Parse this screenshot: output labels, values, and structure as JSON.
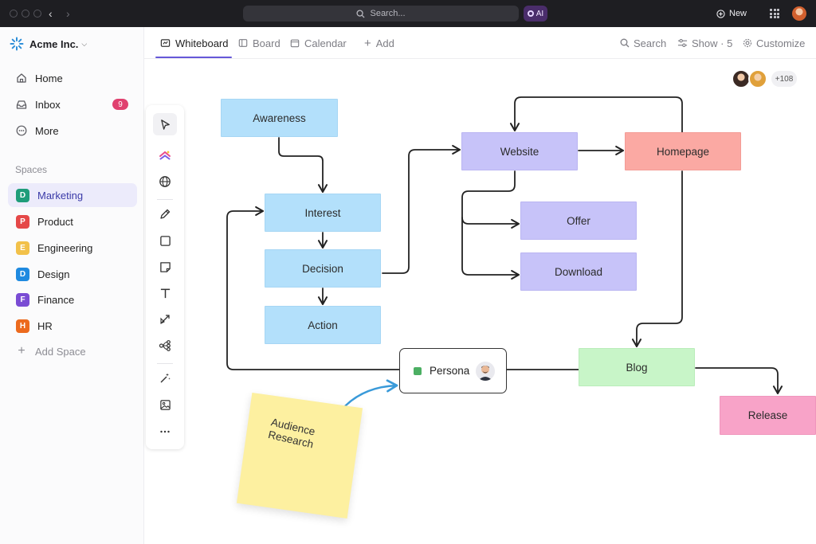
{
  "topbar": {
    "search_placeholder": "Search...",
    "ai_label": "AI",
    "new_label": "New"
  },
  "sidebar": {
    "workspace": "Acme Inc.",
    "items": [
      {
        "label": "Home",
        "icon": "home-icon"
      },
      {
        "label": "Inbox",
        "icon": "inbox-icon",
        "badge": "9"
      },
      {
        "label": "More",
        "icon": "more-icon"
      }
    ],
    "spaces_label": "Spaces",
    "spaces": [
      {
        "letter": "D",
        "label": "Marketing",
        "color": "#1f9d7a",
        "active": true
      },
      {
        "letter": "P",
        "label": "Product",
        "color": "#e54848"
      },
      {
        "letter": "E",
        "label": "Engineering",
        "color": "#f2c14a"
      },
      {
        "letter": "D",
        "label": "Design",
        "color": "#1f8ae0"
      },
      {
        "letter": "F",
        "label": "Finance",
        "color": "#7a4cd4"
      },
      {
        "letter": "H",
        "label": "HR",
        "color": "#ec6a1e"
      }
    ],
    "add_space": "Add Space"
  },
  "tabs": {
    "whiteboard": "Whiteboard",
    "board": "Board",
    "calendar": "Calendar",
    "add": "Add",
    "search": "Search",
    "show": "Show · 5",
    "customize": "Customize"
  },
  "collaborators": {
    "extra_count": "+108"
  },
  "nodes": {
    "awareness": "Awareness",
    "interest": "Interest",
    "decision": "Decision",
    "action": "Action",
    "website": "Website",
    "homepage": "Homepage",
    "offer": "Offer",
    "download": "Download",
    "blog": "Blog",
    "release": "Release",
    "persona": "Persona",
    "sticky_line1": "Audience",
    "sticky_line2": "Research"
  },
  "colors": {
    "accent": "#6558d8",
    "node_blue": "#b3e0fb",
    "node_purple": "#c7c3f9",
    "node_red": "#fba9a3",
    "node_green": "#c8f5c8",
    "node_pink": "#f8a3c8",
    "sticky": "#fdf0a0",
    "arrow_blue": "#3a9ad9"
  }
}
